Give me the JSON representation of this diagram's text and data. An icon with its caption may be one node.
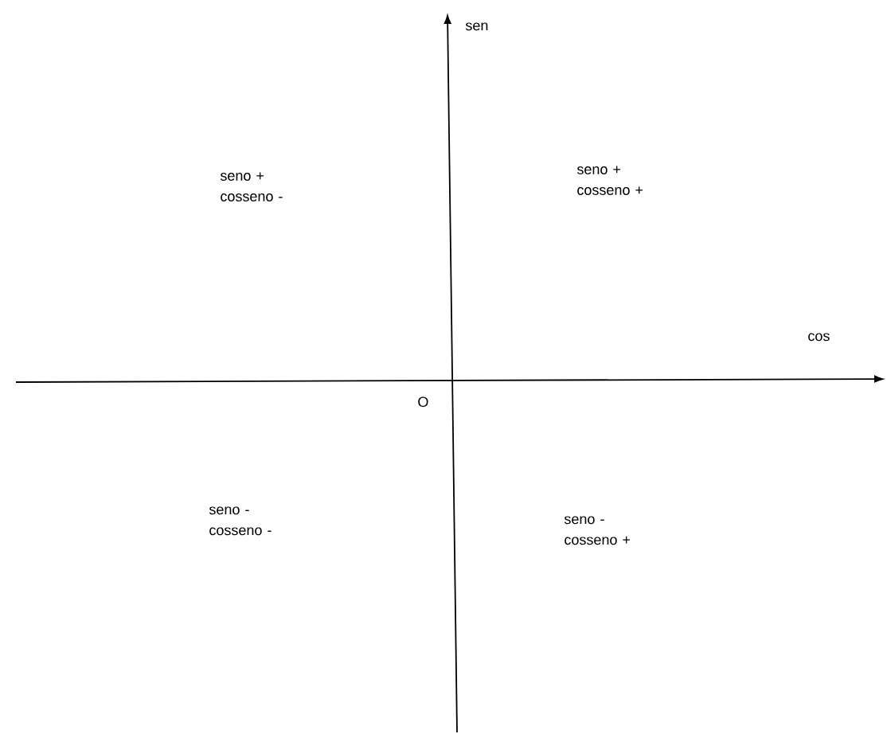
{
  "diagram": {
    "labels": [
      "sen",
      "seno + cosseno -",
      "seno + cosseno +",
      "cos",
      "O",
      "seno - cosseno -",
      "seno - cosseno +"
    ]
  }
}
